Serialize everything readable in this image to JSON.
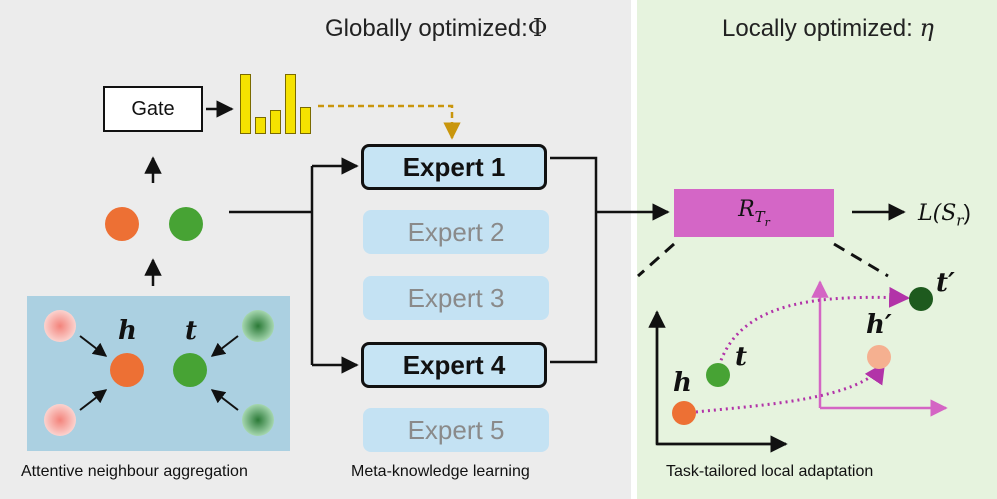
{
  "global_panel": {
    "title_text": "Globally optimized:",
    "title_symbol": "Φ"
  },
  "local_panel": {
    "title_text": "Locally optimized:",
    "title_symbol": "η"
  },
  "gate": {
    "label": "Gate"
  },
  "gate_weights": [
    1.0,
    0.28,
    0.4,
    1.0,
    0.45
  ],
  "experts": [
    {
      "label": "Expert 1",
      "active": true
    },
    {
      "label": "Expert 2",
      "active": false
    },
    {
      "label": "Expert 3",
      "active": false
    },
    {
      "label": "Expert 4",
      "active": true
    },
    {
      "label": "Expert 5",
      "active": false
    }
  ],
  "graph": {
    "head_label": "h",
    "tail_label": "t"
  },
  "relation": {
    "symbol": "R",
    "subscript": "T",
    "sub_subscript": "r"
  },
  "loss": {
    "text": "L(S",
    "subscript": "r",
    "close": ")"
  },
  "adaptation": {
    "head_label": "h",
    "tail_label": "t",
    "head_prime_label": "h′",
    "tail_prime_label": "t′"
  },
  "captions": {
    "aggregation": "Attentive neighbour aggregation",
    "meta": "Meta-knowledge learning",
    "local": "Task-tailored local adaptation"
  },
  "colors": {
    "head": "#ed7034",
    "tail": "#47a334",
    "relation": "#d466c6",
    "expert": "#c6e4f4",
    "gate_bar": "#f5e200",
    "dashed_arrow": "#c9960c",
    "adapt_arrow": "#b233a8",
    "axis_pink": "#d465c4"
  }
}
